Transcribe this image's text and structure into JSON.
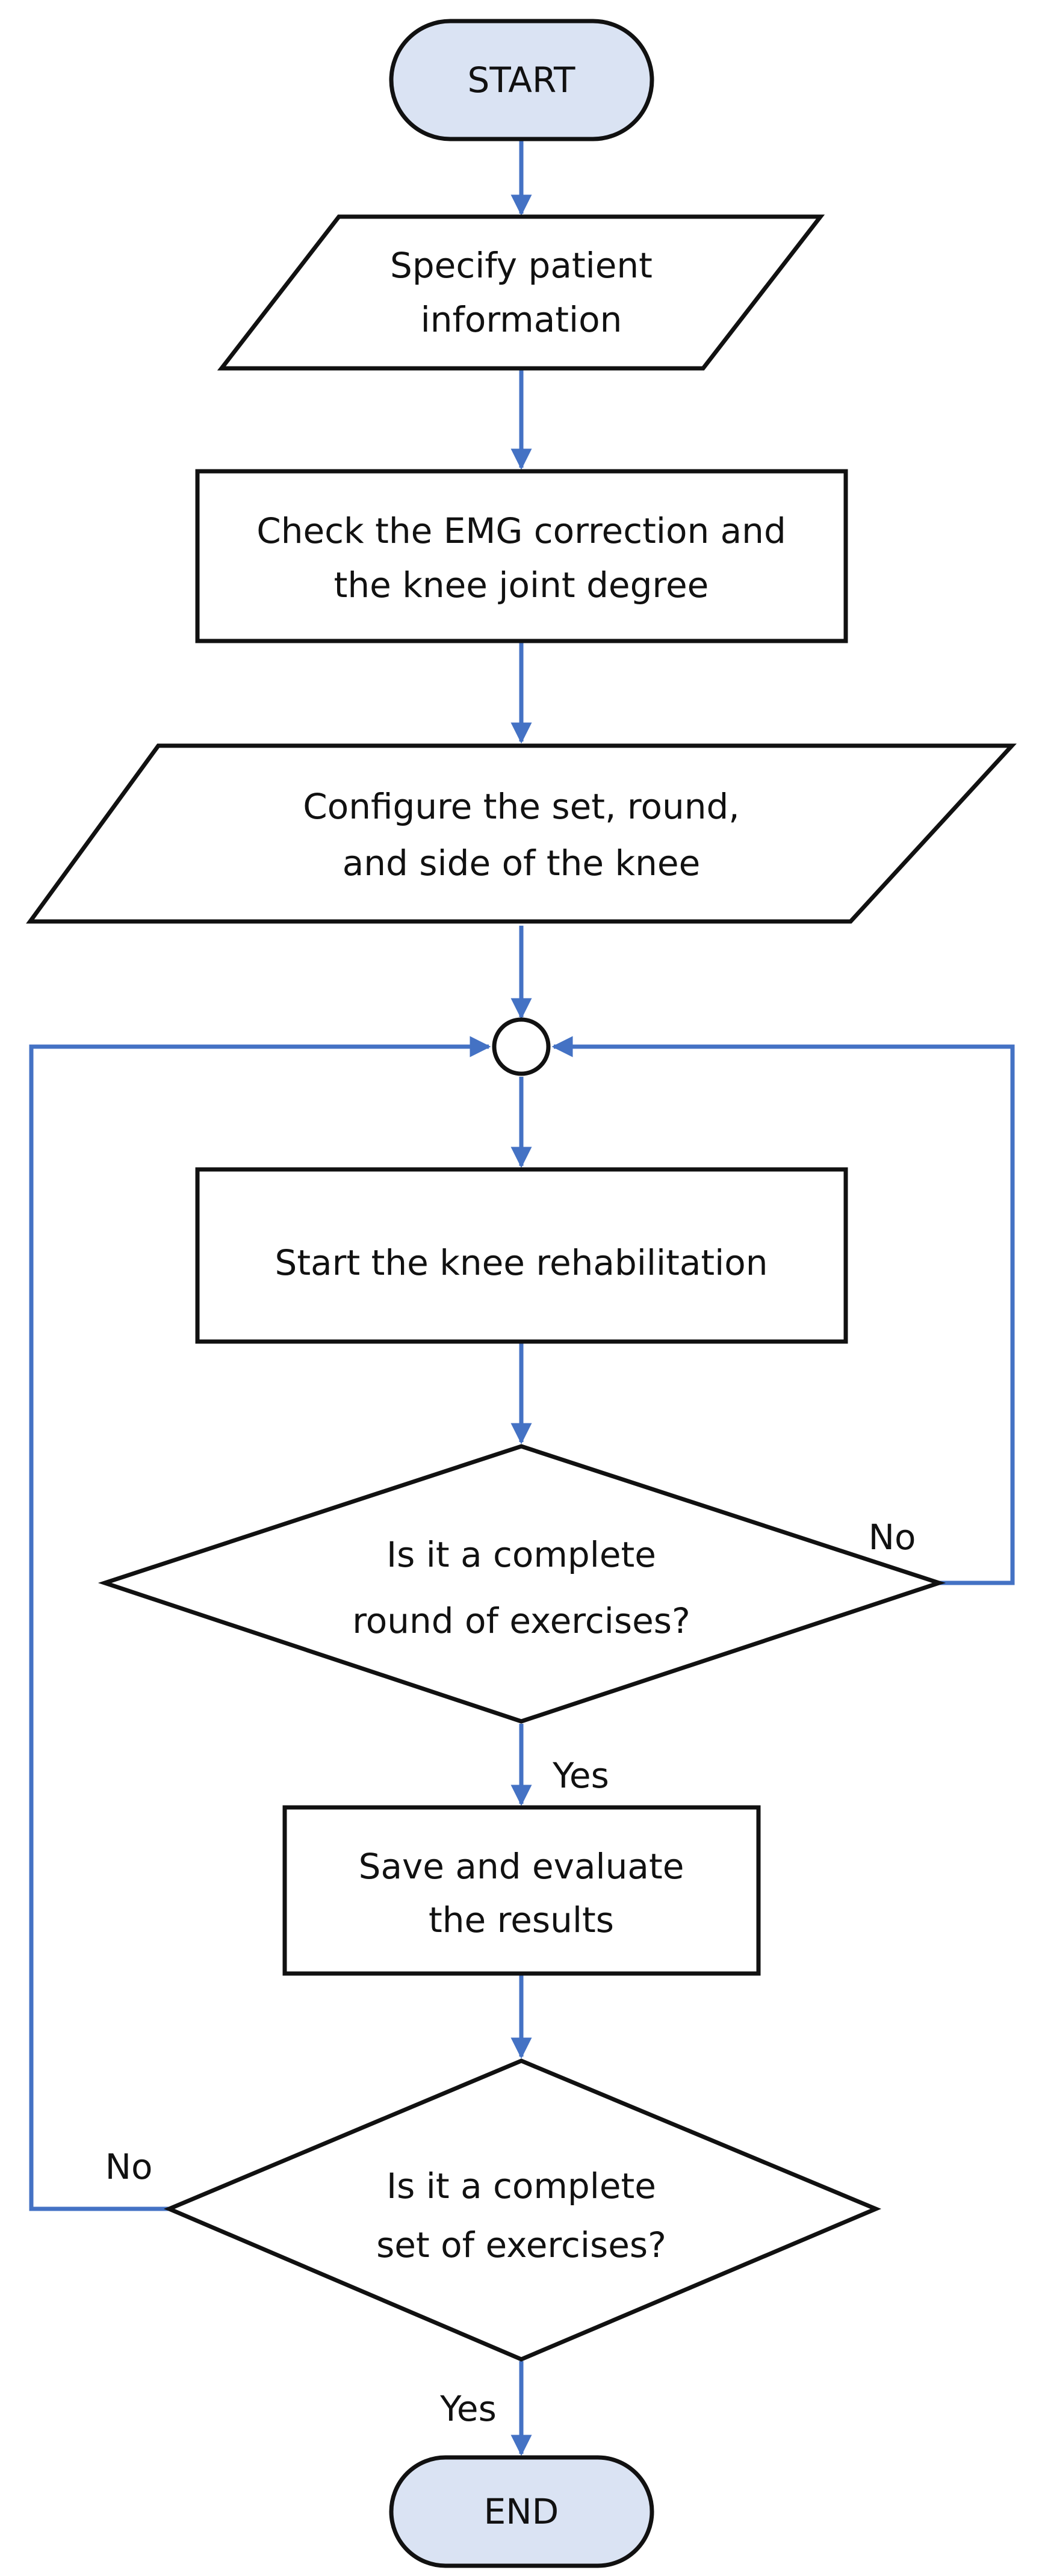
{
  "colors": {
    "connector": "#4472c4",
    "terminal_fill": "#dae3f3",
    "outline": "#111111"
  },
  "nodes": {
    "start": "START",
    "patient_info": [
      "Specify patient",
      "information"
    ],
    "check_emg": [
      "Check the EMG correction and",
      "the knee joint degree"
    ],
    "configure": [
      "Configure the set, round,",
      "and side of the knee"
    ],
    "start_rehab": "Start the knee rehabilitation",
    "round_decision": [
      "Is it a complete",
      "round of exercises?"
    ],
    "save_results": [
      "Save and evaluate",
      "the results"
    ],
    "set_decision": [
      "Is it a complete",
      "set of exercises?"
    ],
    "end": "END"
  },
  "labels": {
    "round_no": "No",
    "round_yes": "Yes",
    "set_no": "No",
    "set_yes": "Yes"
  }
}
